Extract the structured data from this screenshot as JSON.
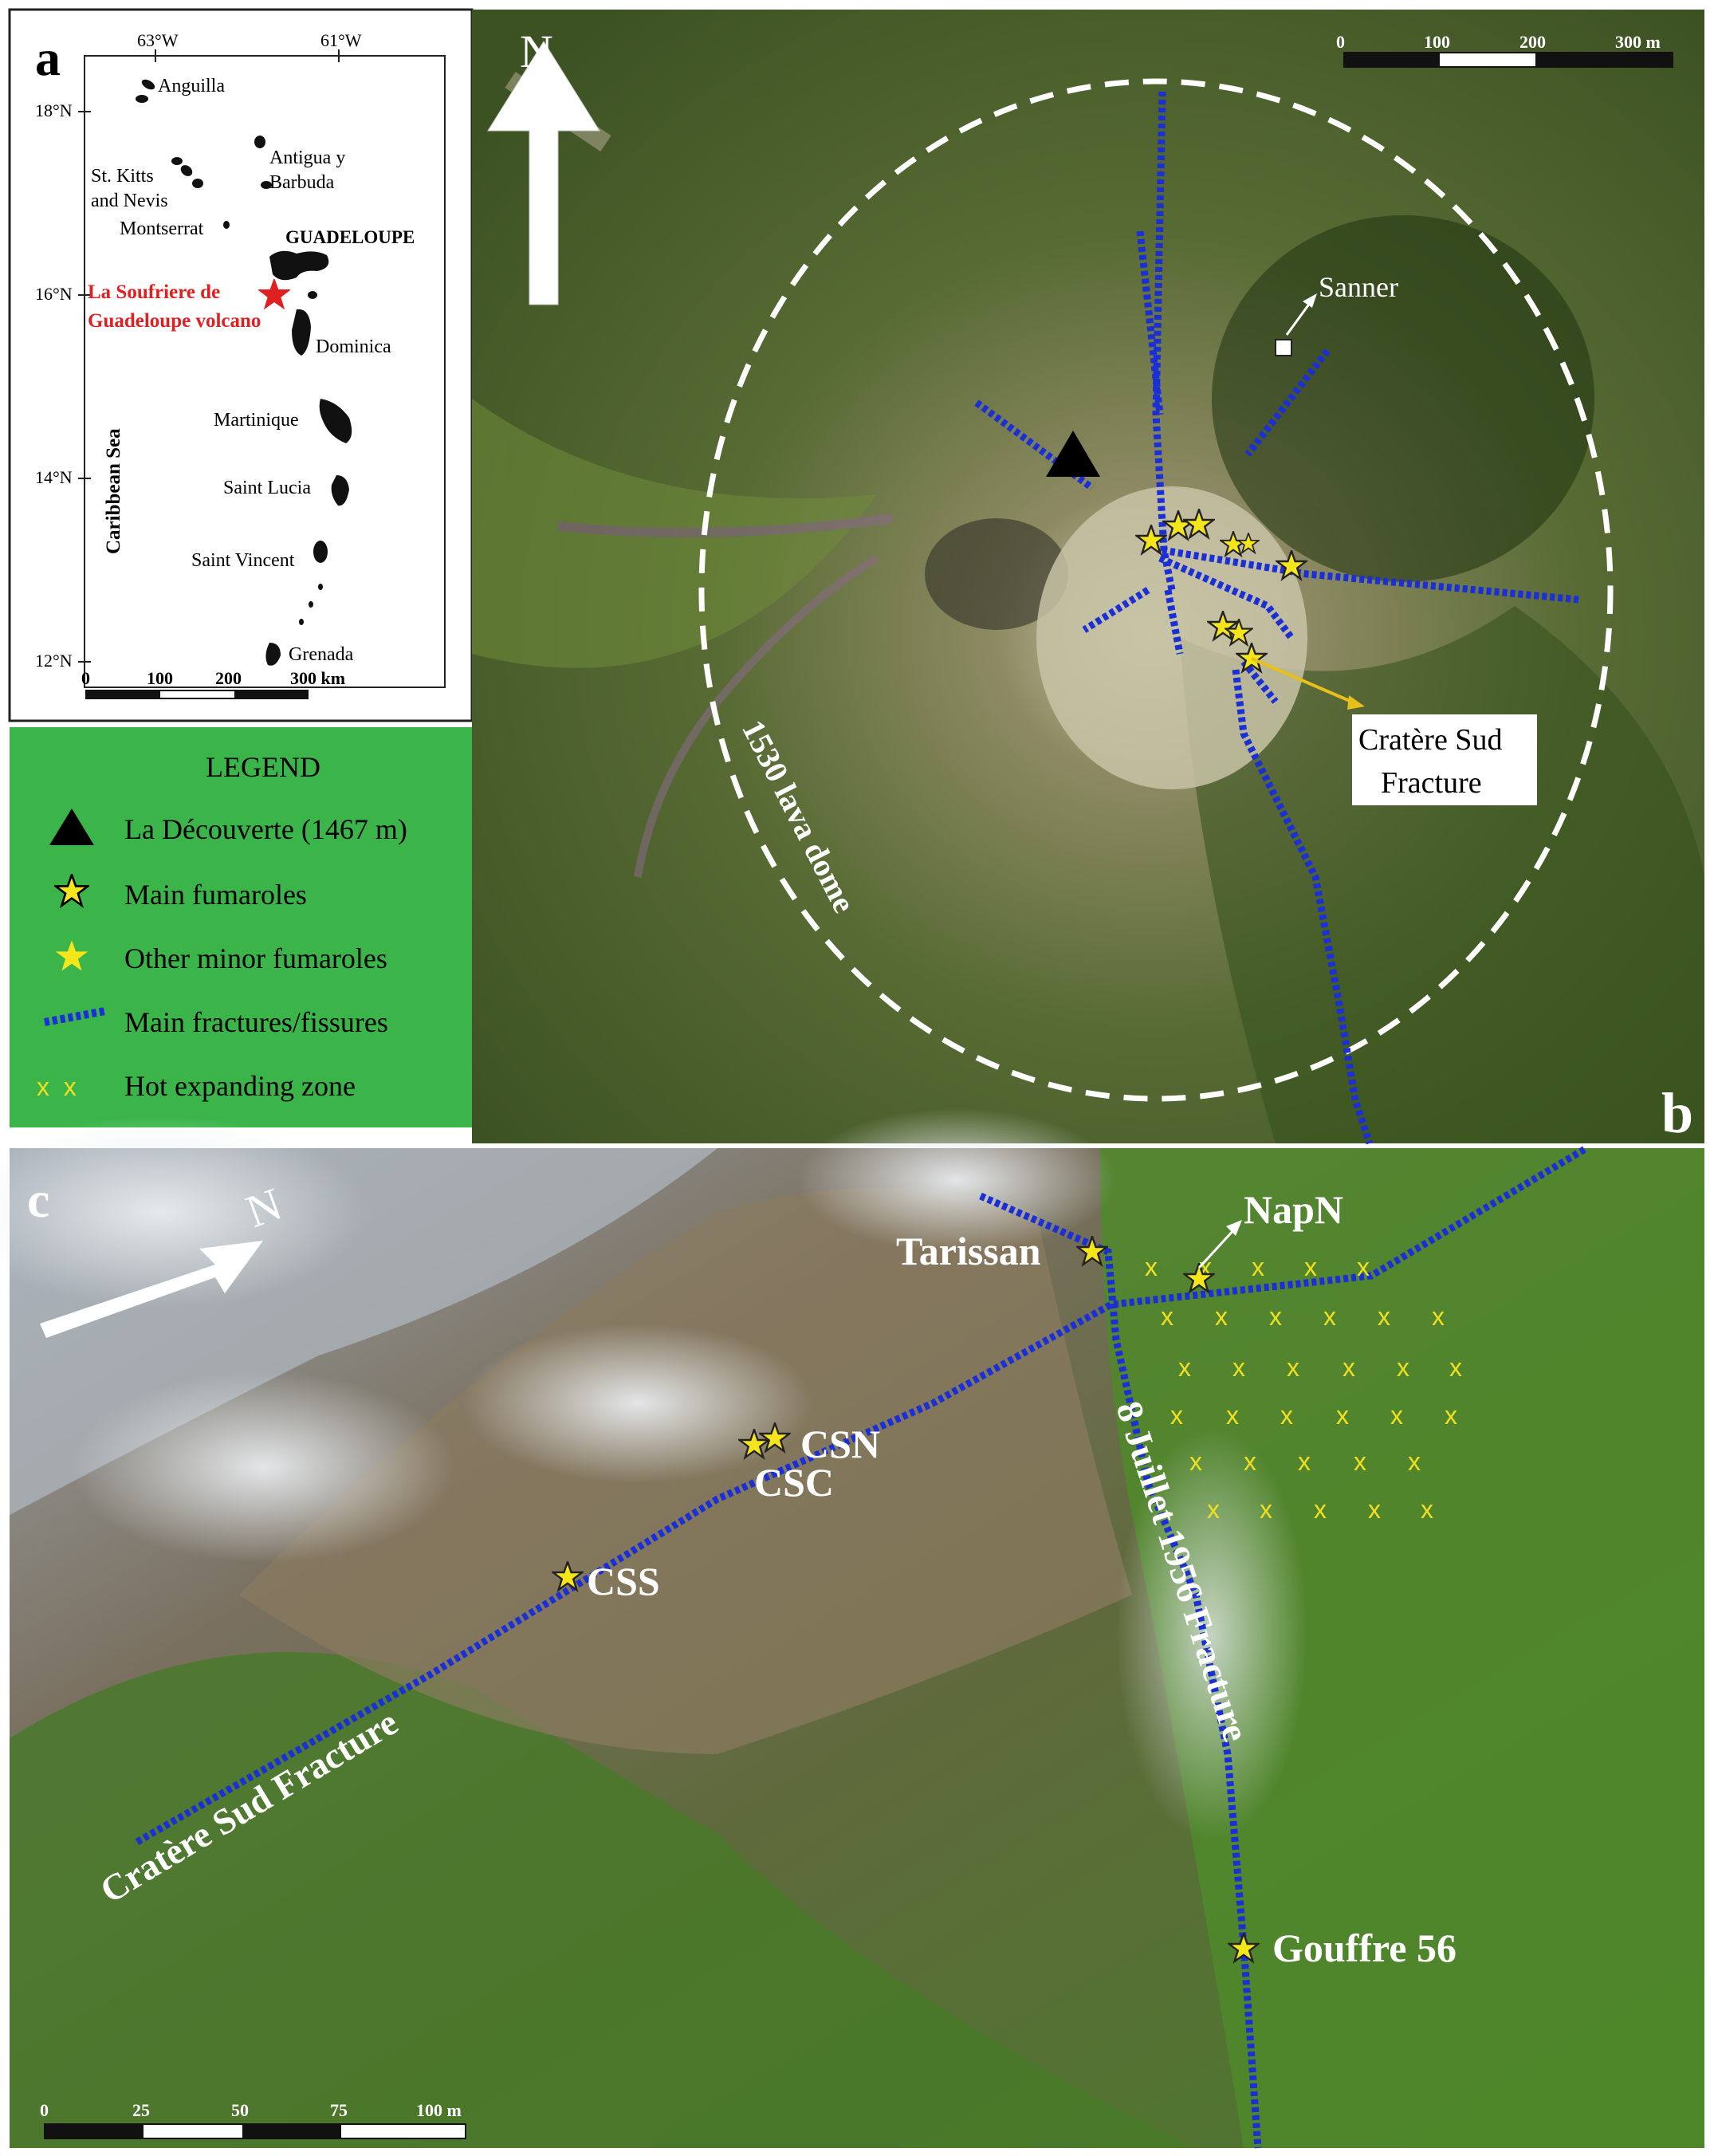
{
  "panel_a": {
    "letter": "a",
    "lon_labels": [
      "63°W",
      "61°W"
    ],
    "lat_labels": [
      "18°N",
      "16°N",
      "14°N",
      "12°N"
    ],
    "islands": {
      "anguilla": "Anguilla",
      "antigua_1": "Antigua y",
      "antigua_2": "Barbuda",
      "stkitts_1": "St. Kitts",
      "stkitts_2": "and Nevis",
      "montserrat": "Montserrat",
      "guadeloupe": "GUADELOUPE",
      "dominica": "Dominica",
      "martinique": "Martinique",
      "saint_lucia": "Saint Lucia",
      "saint_vincent": "Saint Vincent",
      "grenada": "Grenada"
    },
    "volcano_1": "La Soufriere de",
    "volcano_2": "Guadeloupe volcano",
    "sea": "Caribbean Sea",
    "scale": [
      "0",
      "100",
      "200",
      "300 km"
    ],
    "volcano_color": "#e02020"
  },
  "legend": {
    "title": "LEGEND",
    "background": "#3bb54a",
    "items": [
      {
        "symbol": "black-triangle",
        "label": "La Découverte (1467 m)"
      },
      {
        "symbol": "yellow-star-outlined",
        "label": "Main fumaroles"
      },
      {
        "symbol": "yellow-star",
        "label": "Other minor fumaroles"
      },
      {
        "symbol": "blue-dotted-line",
        "label": "Main fractures/fissures"
      },
      {
        "symbol": "yellow-x",
        "label": "Hot expanding zone"
      }
    ]
  },
  "panel_b": {
    "letter": "b",
    "north": "N",
    "scale": [
      "0",
      "100",
      "200",
      "300 m"
    ],
    "sanner": "Sanner",
    "cratere_sud_1": "Cratère Sud",
    "cratere_sud_2": "Fracture",
    "lava_dome": "1530 lava dome"
  },
  "panel_c": {
    "letter": "c",
    "north": "N",
    "fumaroles": {
      "tarissan": "Tarissan",
      "napn": "NapN",
      "csn": "CSN",
      "csc": "CSC",
      "css": "CSS",
      "gouffre": "Gouffre 56"
    },
    "fracture_cratere_sud": "Cratère Sud Fracture",
    "fracture_juillet": "8 Juillet 1956 Fracture",
    "scale": [
      "0",
      "25",
      "50",
      "75",
      "100 m"
    ]
  },
  "colors": {
    "fracture": "#1a2fd6",
    "star": "#f5e61c",
    "x_mark": "#f0e020"
  }
}
